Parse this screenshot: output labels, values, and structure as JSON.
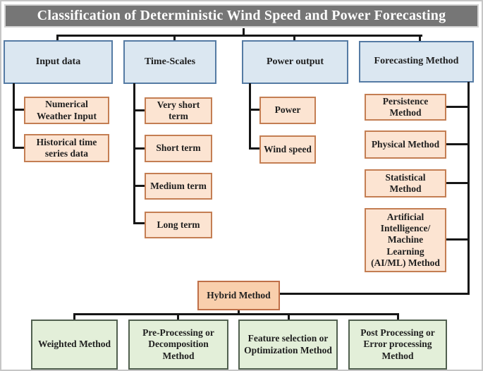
{
  "title": "Classification of Deterministic Wind Speed and Power Forecasting",
  "colors": {
    "title_bg": "#767676",
    "title_text": "#ffffff",
    "category_fill": "#dbe7f1",
    "category_border": "#557ba4",
    "node_fill": "#fce4d2",
    "node_border": "#c47e53",
    "hybrid_fill": "#f9cfad",
    "result_fill": "#e3efd9",
    "result_border": "#51604f",
    "connector": "#161616"
  },
  "categories": [
    {
      "label": "Input data",
      "children": [
        "Numerical\nWeather Input",
        "Historical time\nseries data"
      ]
    },
    {
      "label": "Time-Scales",
      "children": [
        "Very short\nterm",
        "Short term",
        "Medium term",
        "Long term"
      ]
    },
    {
      "label": "Power output",
      "children": [
        "Power",
        "Wind speed"
      ]
    },
    {
      "label": "Forecasting Method",
      "children": [
        "Persistence\nMethod",
        "Physical Method",
        "Statistical Method",
        "Artificial\nIntelligence/\nMachine\nLearning\n(AI/ML) Method"
      ]
    }
  ],
  "hybrid": {
    "label": "Hybrid Method",
    "children": [
      "Weighted Method",
      "Pre-Processing or\nDecomposition\nMethod",
      "Feature selection or\nOptimization Method",
      "Post Processing or\nError processing\nMethod"
    ]
  }
}
